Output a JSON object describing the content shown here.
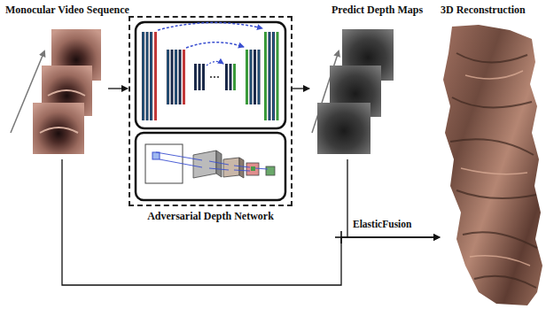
{
  "diagram": {
    "nodes": [
      {
        "text": [
          "Monocular Video Sequence"
        ]
      },
      {
        "text": [
          "Adversarial Depth Network"
        ]
      },
      {
        "text": [
          "Predict Depth Maps"
        ]
      },
      {
        "text": [
          "3D Reconstruction"
        ]
      }
    ],
    "edges": [
      {
        "from": 0,
        "to": 1,
        "arrow": "to"
      },
      {
        "from": 1,
        "to": 2,
        "arrow": "to"
      },
      {
        "from": 2,
        "to": 3,
        "label": "ElasticFusion",
        "arrow": "to"
      },
      {
        "from": 0,
        "to": 3,
        "arrow": "to"
      }
    ]
  }
}
